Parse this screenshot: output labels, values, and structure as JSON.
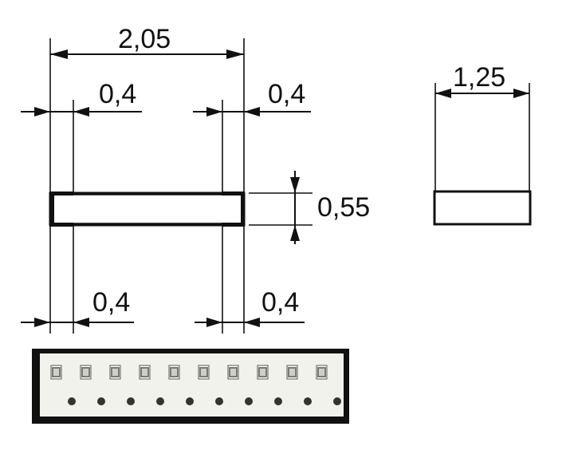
{
  "dimensions": {
    "overall_length": "2,05",
    "top_left_pad": "0,4",
    "top_right_pad": "0,4",
    "thickness": "0,55",
    "width": "1,25",
    "bottom_left_pad": "0,4",
    "bottom_right_pad": "0,4"
  },
  "tape": {
    "component_count": 10,
    "sprocket_hole_count": 10,
    "colors": {
      "tape_border": "#111111",
      "tape_body": "#f2f2ec",
      "component_body": "#cfcfc8",
      "component_terminal": "#7a7a74",
      "sprocket_hole": "#333333"
    }
  }
}
